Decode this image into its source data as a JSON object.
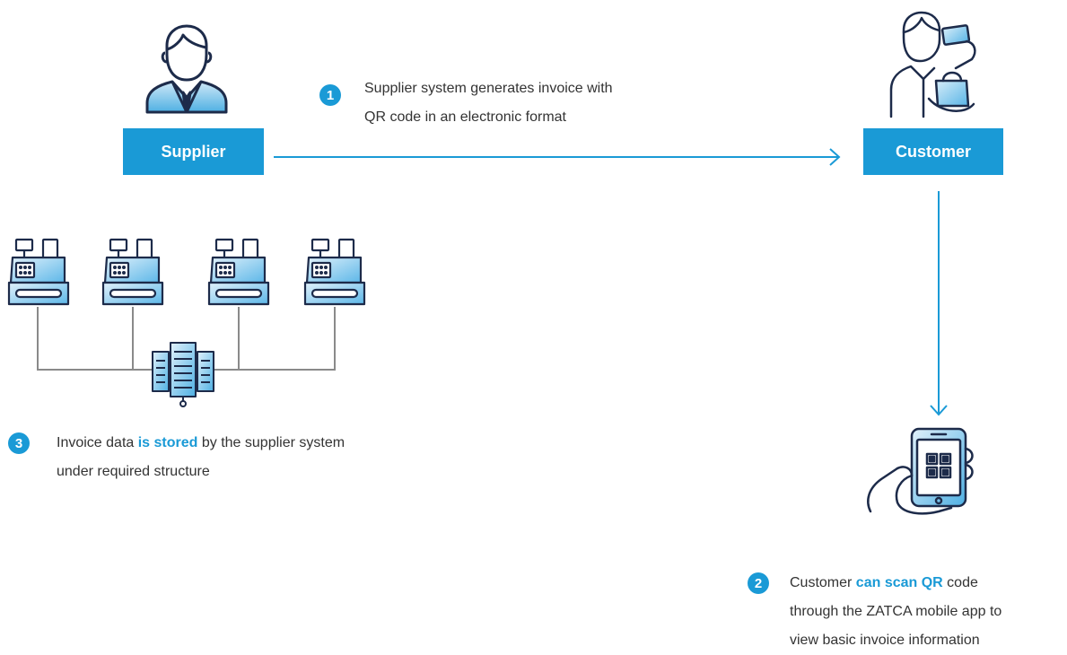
{
  "colors": {
    "accent": "#1a9ad6",
    "connector": "#8a8a8a",
    "text": "#333333"
  },
  "nodes": {
    "supplier": {
      "label": "Supplier",
      "icon": "businessman-icon"
    },
    "customer": {
      "label": "Customer",
      "icon": "shopper-icon"
    },
    "registers": {
      "icon": "cash-register-icon",
      "count": 4
    },
    "server": {
      "icon": "server-icon"
    },
    "phone": {
      "icon": "phone-qr-scan-icon"
    }
  },
  "steps": [
    {
      "number": "1",
      "lines": [
        "Supplier system generates invoice with",
        "QR code in an electronic format"
      ]
    },
    {
      "number": "2",
      "pre": "Customer ",
      "highlight": "can scan QR",
      "post": " code",
      "lines": [
        "through the ZATCA mobile app to",
        "view basic invoice information"
      ]
    },
    {
      "number": "3",
      "pre": "Invoice data ",
      "highlight": "is stored",
      "post": " by the supplier system",
      "lines": [
        "under required structure"
      ]
    }
  ]
}
